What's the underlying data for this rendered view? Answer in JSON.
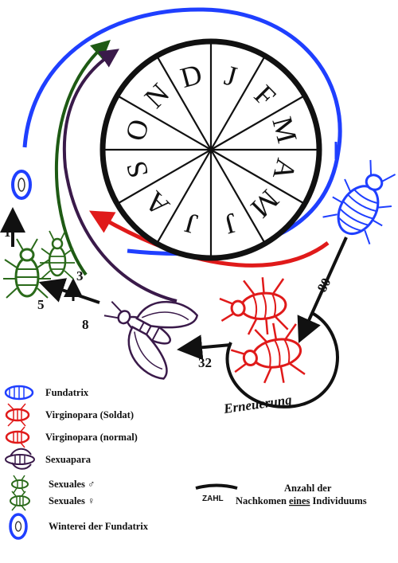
{
  "months": [
    "J",
    "F",
    "M",
    "A",
    "M",
    "J",
    "J",
    "A",
    "S",
    "O",
    "N",
    "D"
  ],
  "counts": {
    "winter_egg": "1",
    "sexuales_male": "3",
    "sexuales_female": "5",
    "sexuapara": "8",
    "fundatrix": "80",
    "virginopara": "32"
  },
  "renewal_label": "Erneuerung",
  "legend": [
    {
      "label": "Fundatrix",
      "icon": "fundatrix-icon",
      "color": "#1f3fff"
    },
    {
      "label": "Virginopara (Soldat)",
      "icon": "virginopara-soldier-icon",
      "color": "#e01a1a"
    },
    {
      "label": "Virginopara (normal)",
      "icon": "virginopara-normal-icon",
      "color": "#e01a1a"
    },
    {
      "label": "Sexuapara",
      "icon": "sexuapara-icon",
      "color": "#3a1a4a"
    },
    {
      "label": "Sexuales ♂",
      "icon": "sexuales-male-icon",
      "color": "#2a6a1a"
    },
    {
      "label": "Sexuales ♀",
      "icon": "sexuales-female-icon",
      "color": "#2a6a1a"
    },
    {
      "label": "Winterei der Fundatrix",
      "icon": "winter-egg-icon",
      "color": "#1f3fff"
    }
  ],
  "key": {
    "zahl": "ZAHL",
    "line1": "Anzahl der",
    "line2_pre": "Nachkomen ",
    "line2_u": "eines",
    "line2_post": " Individuums"
  },
  "colors": {
    "fundatrix": "#1f3fff",
    "virginopara": "#e01a1a",
    "sexuapara": "#3a1a4a",
    "sexuales": "#2a6a1a"
  }
}
